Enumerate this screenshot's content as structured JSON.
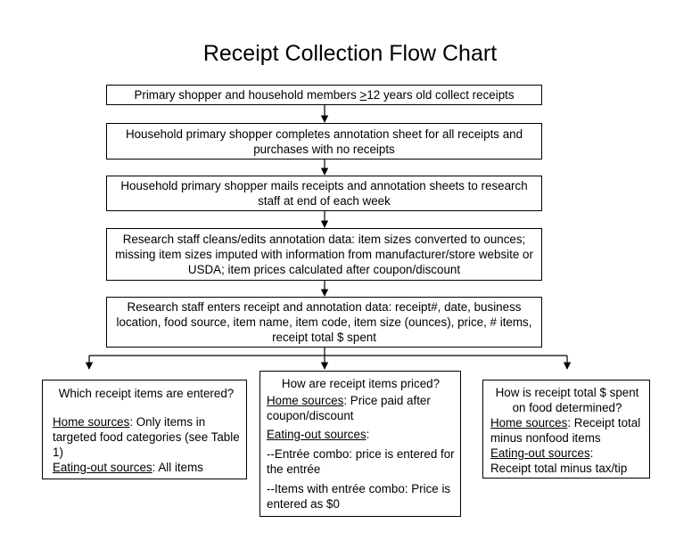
{
  "title": "Receipt Collection Flow Chart",
  "steps": [
    {
      "text_before": "Primary shopper and household members ",
      "text_underlined": ">",
      "text_after": "12 years old collect receipts"
    },
    {
      "text": "Household primary shopper completes annotation sheet for all receipts and purchases with no receipts"
    },
    {
      "text": "Household primary shopper mails receipts and annotation sheets to research staff at end of each week"
    },
    {
      "text": "Research staff cleans/edits annotation data: item sizes converted to ounces; missing item sizes imputed with information from manufacturer/store website or USDA; item prices calculated after coupon/discount"
    },
    {
      "text": "Research staff enters receipt and annotation data: receipt#, date, business location, food source, item name, item code, item size (ounces), price, # items, receipt total $ spent"
    }
  ],
  "branches": [
    {
      "heading": "Which receipt items are entered?",
      "home_label": "Home sources",
      "home_text": ": Only items in targeted food categories (see Table 1)",
      "eating_label": "Eating-out sources",
      "eating_text": ": All items"
    },
    {
      "heading": "How are receipt items priced?",
      "home_label": "Home sources",
      "home_text": ": Price paid after coupon/discount",
      "eating_label": "Eating-out sources",
      "eating_text": ":",
      "extra_1": "--Entrée combo: price is entered for the entrée",
      "extra_2": "--Items with entrée  combo: Price is entered as $0"
    },
    {
      "heading": "How is receipt total $ spent on food determined?",
      "home_label": "Home sources",
      "home_text": ": Receipt total minus nonfood items",
      "eating_label": "Eating-out sources",
      "eating_text": ":",
      "eating_text_2": "Receipt total minus tax/tip"
    }
  ]
}
